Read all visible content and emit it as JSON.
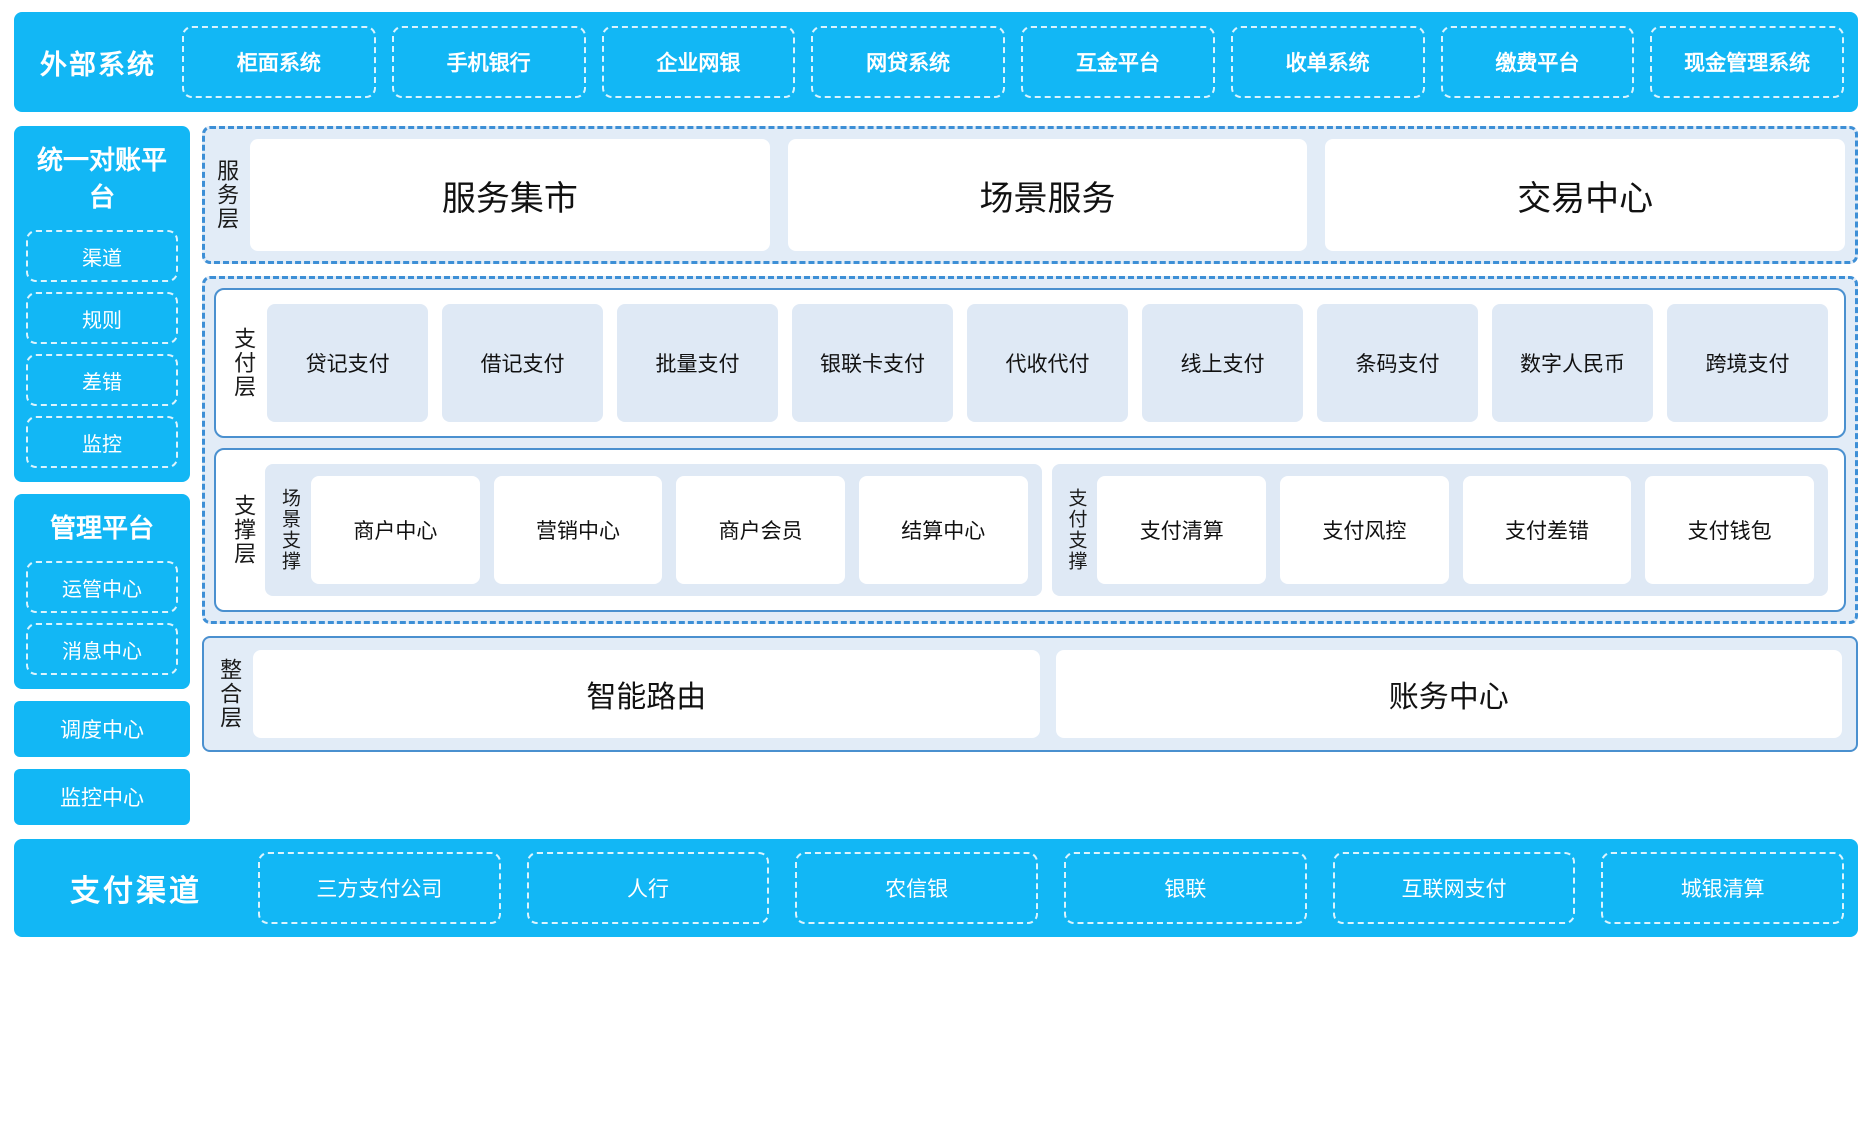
{
  "external": {
    "title": "外部系统",
    "items": [
      "柜面系统",
      "手机银行",
      "企业网银",
      "网贷系统",
      "互金平台",
      "收单系统",
      "缴费平台",
      "现金管理系统"
    ]
  },
  "left": {
    "recon_platform": {
      "title": "统一对账平台",
      "items": [
        "渠道",
        "规则",
        "差错",
        "监控"
      ]
    },
    "mgmt_platform": {
      "title": "管理平台",
      "items": [
        "运管中心",
        "消息中心"
      ]
    },
    "standalone": [
      "调度中心",
      "监控中心"
    ]
  },
  "service_layer": {
    "label": "服务层",
    "cards": [
      "服务集市",
      "场景服务",
      "交易中心"
    ]
  },
  "payment_layer": {
    "label": "支付层",
    "tiles": [
      "贷记支付",
      "借记支付",
      "批量支付",
      "银联卡支付",
      "代收代付",
      "线上支付",
      "条码支付",
      "数字人民币",
      "跨境支付"
    ]
  },
  "support_layer": {
    "label": "支撑层",
    "groups": [
      {
        "label": "场景支撑",
        "cards": [
          "商户中心",
          "营销中心",
          "商户会员",
          "结算中心"
        ]
      },
      {
        "label": "支付支撑",
        "cards": [
          "支付清算",
          "支付风控",
          "支付差错",
          "支付钱包"
        ]
      }
    ]
  },
  "integration_layer": {
    "label": "整合层",
    "cards": [
      "智能路由",
      "账务中心"
    ]
  },
  "channel": {
    "title": "支付渠道",
    "items": [
      "三方支付公司",
      "人行",
      "农信银",
      "银联",
      "互联网支付",
      "城银清算"
    ]
  },
  "colors": {
    "brand_blue": "#12b7f5",
    "dash_blue": "#3d8fd6",
    "tile_blue": "#dfe9f5",
    "group_bg": "#e2ecf7"
  }
}
